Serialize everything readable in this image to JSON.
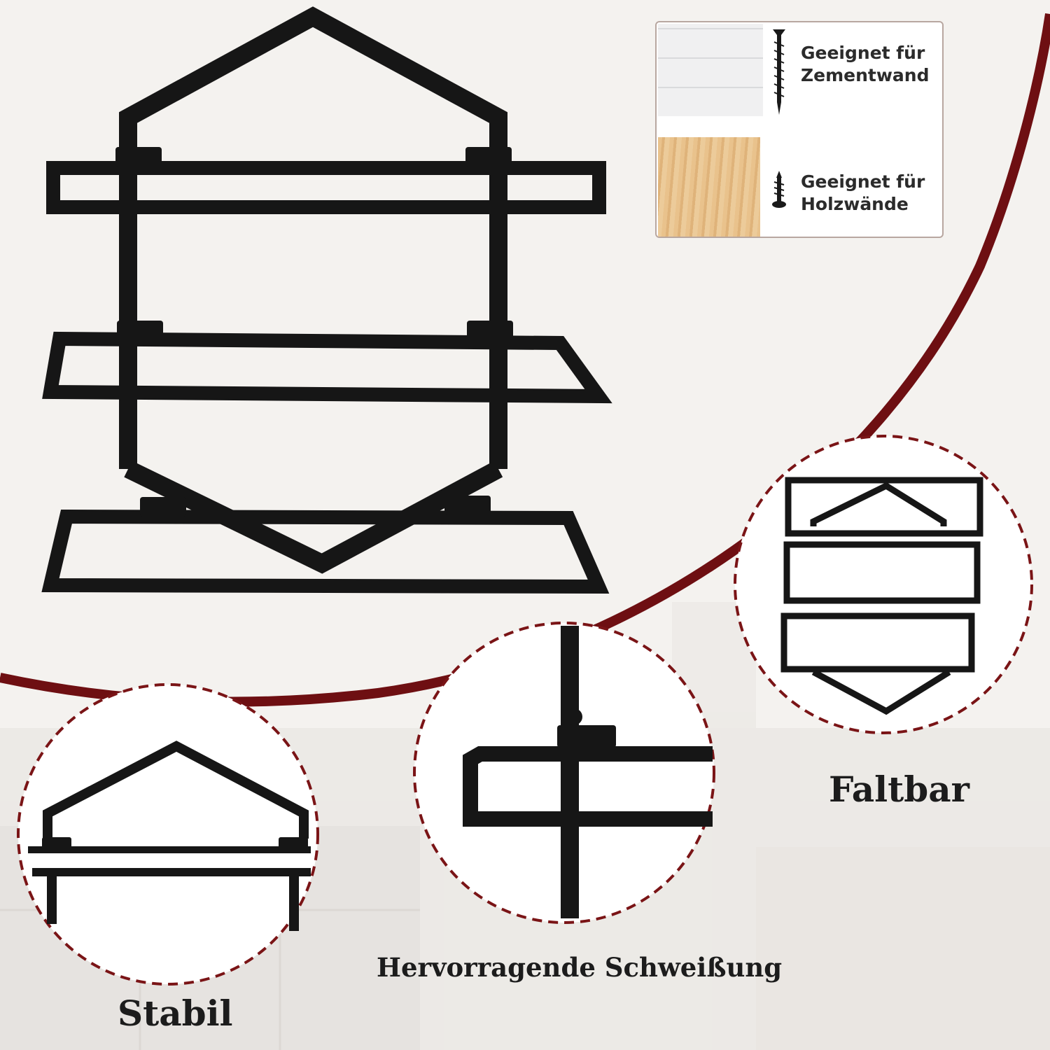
{
  "info_box": {
    "cement_text_line1": "Geeignet für",
    "cement_text_line2": "Zementwand",
    "wood_text_line1": "Geeignet für",
    "wood_text_line2": "Holzwände",
    "icons": [
      "brick-wall-swatch",
      "screw-icon",
      "wood-swatch",
      "screw-icon"
    ]
  },
  "features": {
    "foldable": "Faltbar",
    "welding": "Hervorragende Schweißung",
    "stable": "Stabil"
  },
  "colors": {
    "accent_curve": "#6e0f12",
    "dashed_circle": "#7a1416",
    "metal": "#161616",
    "background": "#f4f2ef"
  }
}
